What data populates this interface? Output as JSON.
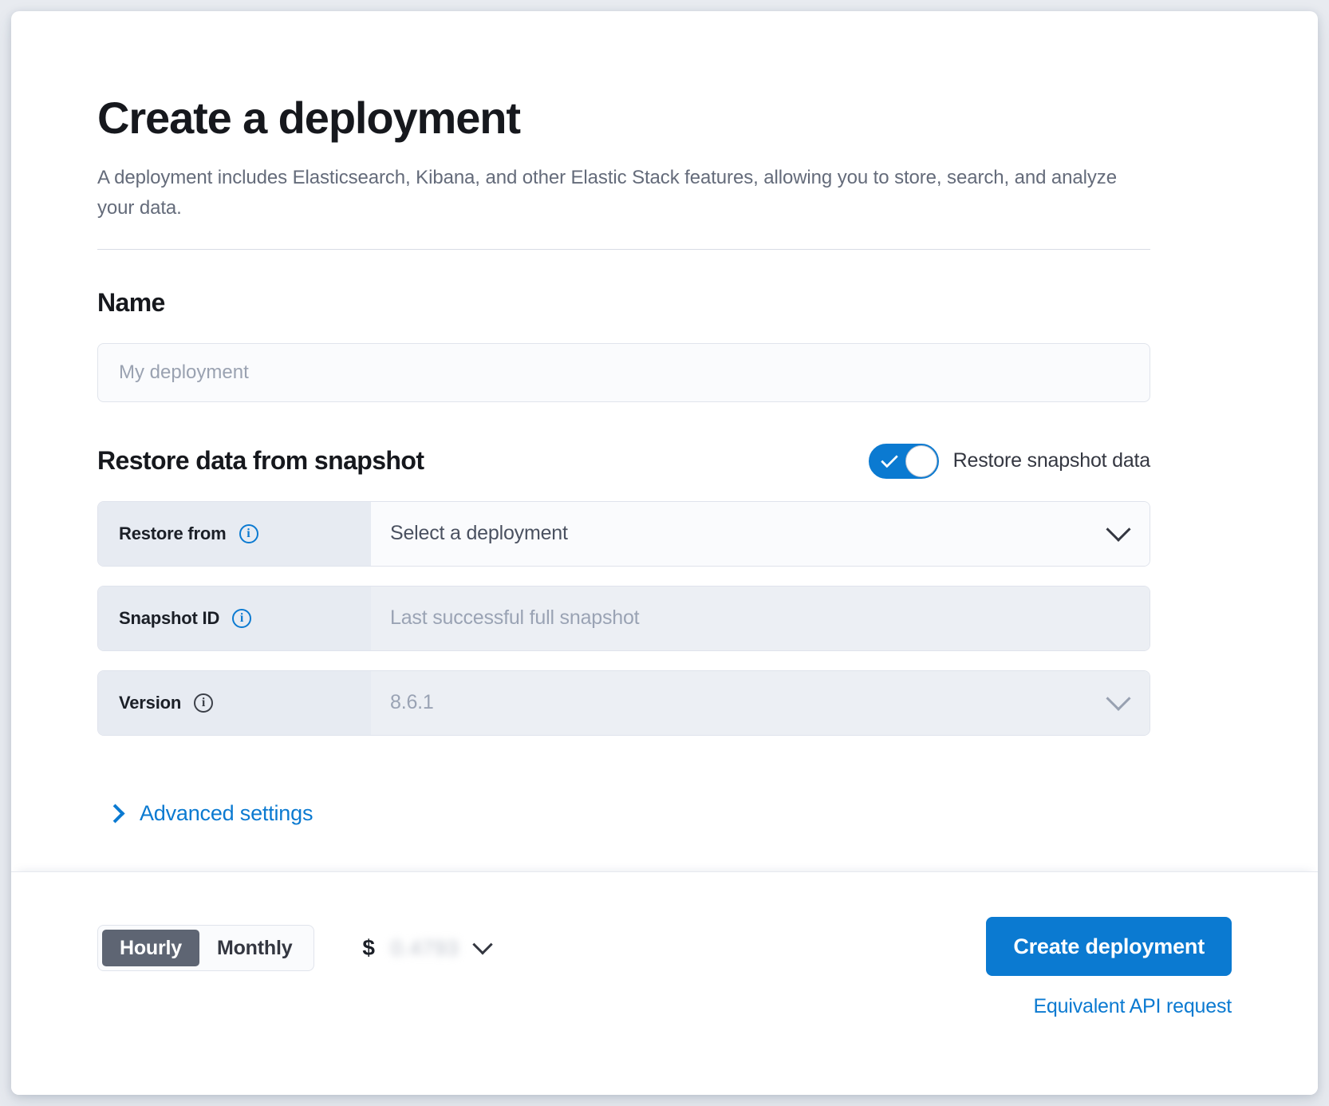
{
  "page": {
    "title": "Create a deployment",
    "subtitle": "A deployment includes Elasticsearch, Kibana, and other Elastic Stack features, allowing you to store, search, and analyze your data."
  },
  "name_section": {
    "heading": "Name",
    "input_value": "",
    "input_placeholder": "My deployment"
  },
  "restore_section": {
    "heading": "Restore data from snapshot",
    "toggle_label": "Restore snapshot data",
    "toggle_on": true,
    "rows": [
      {
        "label": "Restore from",
        "value": "Select a deployment",
        "info_icon": "info-icon",
        "chevron": "chevron-down-icon",
        "state": "enabled"
      },
      {
        "label": "Snapshot ID",
        "value": "Last successful full snapshot",
        "info_icon": "info-icon",
        "chevron": "",
        "state": "disabled"
      },
      {
        "label": "Version",
        "value": "8.6.1",
        "info_icon": "info-icon",
        "chevron": "chevron-down-icon",
        "state": "disabled"
      }
    ],
    "advanced_settings_label": "Advanced settings",
    "advanced_settings_icon": "chevron-right-icon"
  },
  "footer": {
    "billing_options": [
      "Hourly",
      "Monthly"
    ],
    "billing_selected": "Hourly",
    "price_symbol": "$",
    "price_value": "0.4793",
    "price_chevron": "chevron-down-icon",
    "create_button": "Create deployment",
    "api_link": "Equivalent API request"
  },
  "colors": {
    "accent": "#0b7ad1",
    "title": "#16181d",
    "muted": "#646b7a",
    "prepend_bg": "#e7ebf2",
    "disabled_bg": "#eceff4",
    "segment_active_bg": "#5e6573"
  }
}
